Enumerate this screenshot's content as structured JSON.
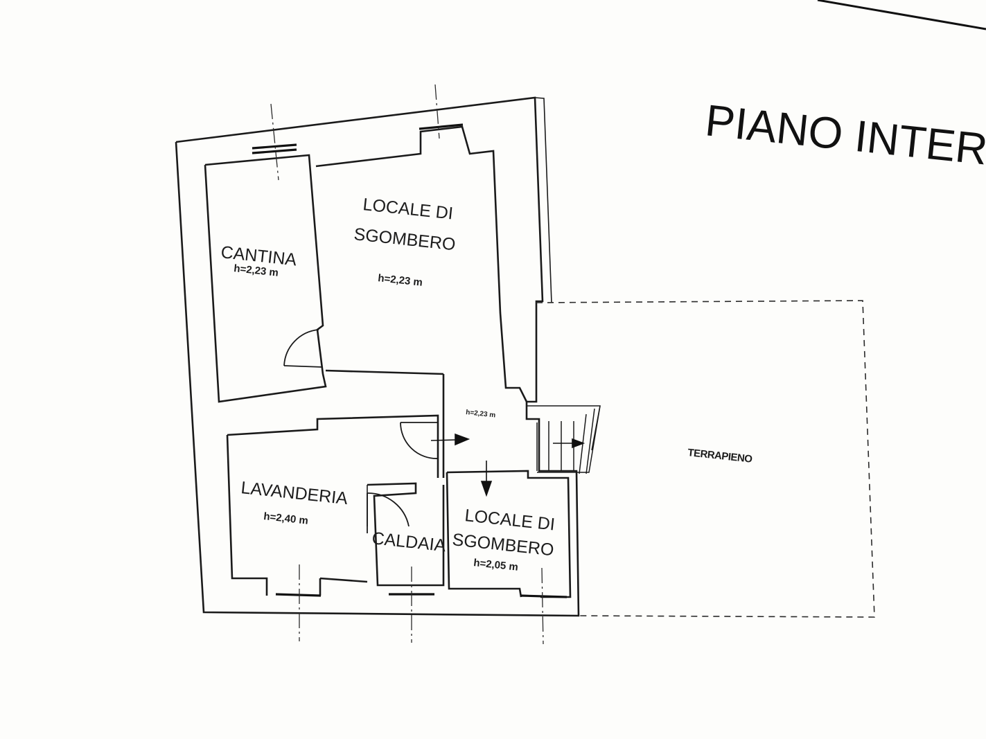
{
  "title": "PIANO INTER",
  "rooms": {
    "cantina": {
      "name": "CANTINA",
      "height": "h=2,23 m"
    },
    "sgombero_upper": {
      "name_line1": "LOCALE DI",
      "name_line2": "SGOMBERO",
      "height": "h=2,23 m"
    },
    "corridor": {
      "height": "h=2,23 m"
    },
    "lavanderia": {
      "name": "LAVANDERIA",
      "height": "h=2,40 m"
    },
    "caldaia": {
      "name": "CALDAIA"
    },
    "sgombero_lower": {
      "name_line1": "LOCALE DI",
      "name_line2": "SGOMBERO",
      "height": "h=2,05 m"
    },
    "terrapieno": {
      "name": "TERRAPIENO"
    }
  }
}
